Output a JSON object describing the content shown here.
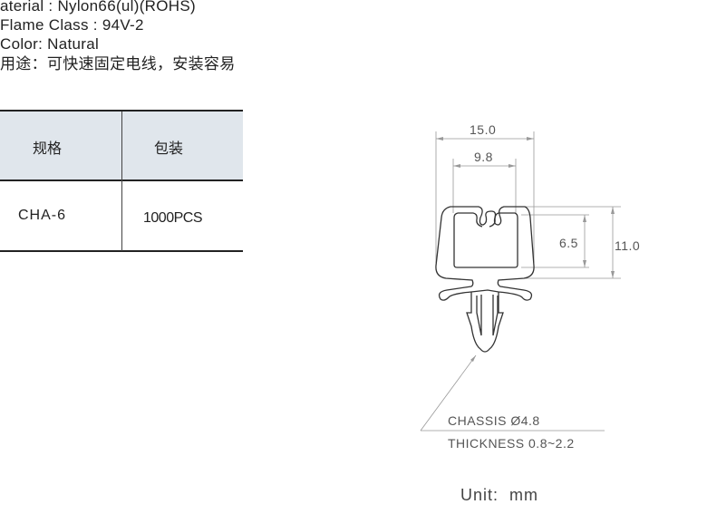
{
  "specs": {
    "material": "aterial : Nylon66(ul)(ROHS)",
    "flame_class": "Flame Class : 94V-2",
    "color": "Color: Natural",
    "usage": "用途：可快速固定电线，安装容易"
  },
  "table": {
    "headers": [
      "规格",
      "包装"
    ],
    "rows": [
      [
        "CHA-6",
        "1000PCS"
      ]
    ]
  },
  "drawing": {
    "dim_width_outer": "15.0",
    "dim_width_inner": "9.8",
    "dim_height_inner": "6.5",
    "dim_height_outer": "11.0",
    "chassis": "CHASSIS Ø4.8",
    "thickness": "THICKNESS 0.8~2.2"
  },
  "unit": "Unit:  mm"
}
